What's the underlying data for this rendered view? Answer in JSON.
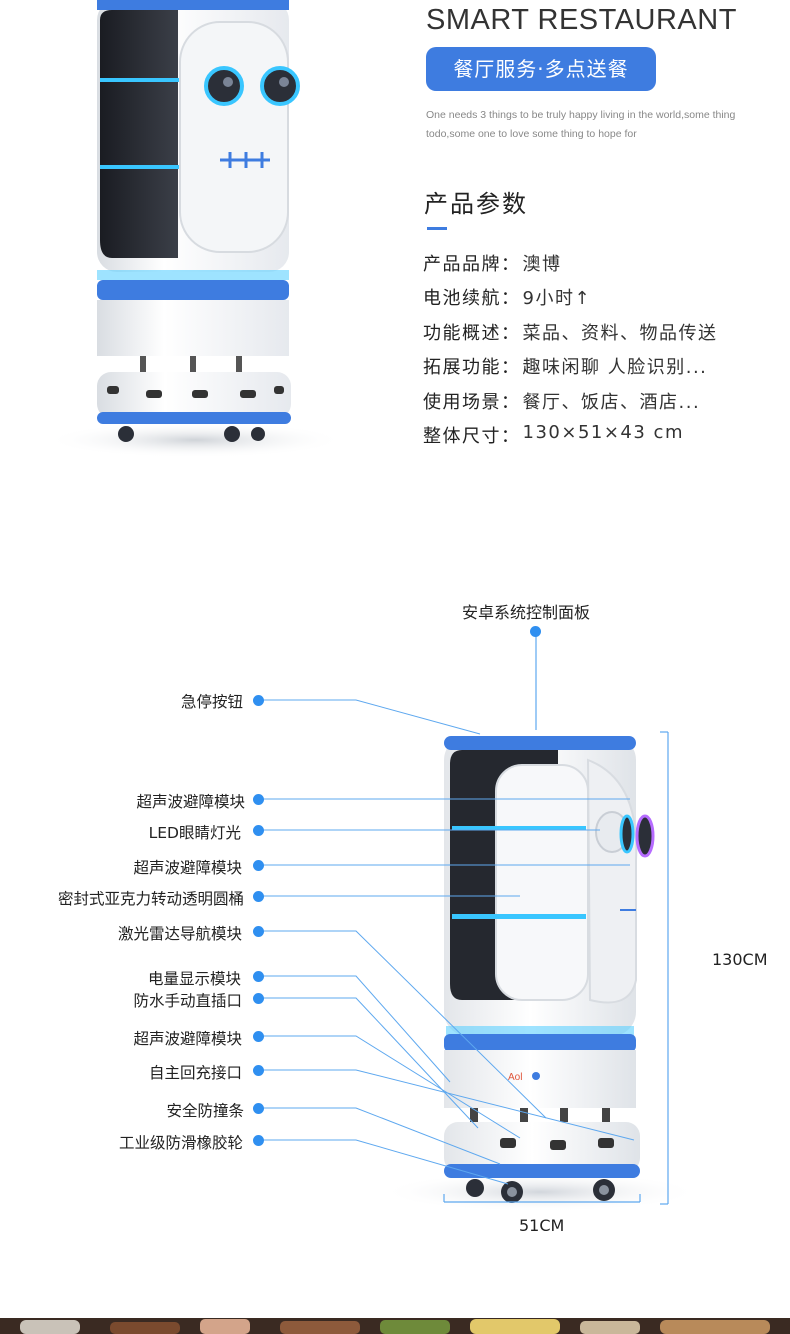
{
  "hero": {
    "title": "SMART RESTAURANT",
    "badge": "餐厅服务·多点送餐",
    "subtitle": "One needs 3 things to be truly happy living in the world,some thing todo,some one to love some thing to hope for"
  },
  "specs": {
    "title": "产品参数",
    "items": [
      {
        "label": "产品品牌：",
        "value": "澳博"
      },
      {
        "label": "电池续航：",
        "value": "9小时↑"
      },
      {
        "label": "功能概述：",
        "value": "菜品、资料、物品传送"
      },
      {
        "label": "拓展功能：",
        "value": "趣味闲聊 人脸识别..."
      },
      {
        "label": "使用场景：",
        "value": "餐厅、饭店、酒店..."
      },
      {
        "label": "整体尺寸：",
        "value": "130×51×43 cm"
      }
    ]
  },
  "diagram": {
    "top_label": "安卓系统控制面板",
    "height_label": "130CM",
    "width_label": "51CM",
    "callouts": [
      "急停按钮",
      "超声波避障模块",
      "LED眼睛灯光",
      "超声波避障模块",
      "密封式亚克力转动透明圆桶",
      "激光雷达导航模块",
      "电量显示模块",
      "防水手动直插口",
      "超声波避障模块",
      "自主回充接口",
      "安全防撞条",
      "工业级防滑橡胶轮"
    ]
  },
  "colors": {
    "accent": "#3e7ce0",
    "callout": "#2f8ff0",
    "robot_glow": "#39c6ff"
  }
}
